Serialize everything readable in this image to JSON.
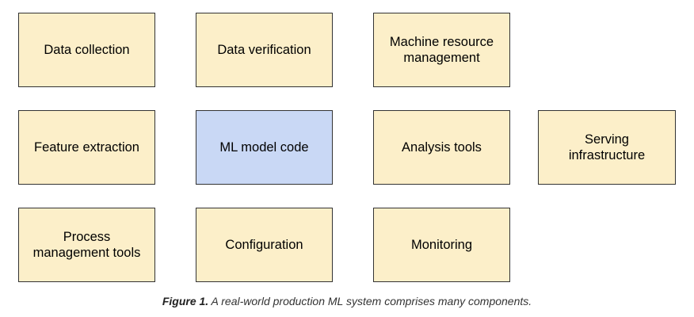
{
  "components": {
    "data_collection": "Data collection",
    "data_verification": "Data verification",
    "machine_resource_management": "Machine resource management",
    "feature_extraction": "Feature extraction",
    "ml_model_code": "ML model code",
    "analysis_tools": "Analysis tools",
    "serving_infrastructure": "Serving infrastructure",
    "process_management_tools": "Process management tools",
    "configuration": "Configuration",
    "monitoring": "Monitoring"
  },
  "colors": {
    "component_fill": "#fcefc9",
    "highlight_fill": "#c9d8f5",
    "border": "#333333"
  },
  "caption": {
    "label": "Figure 1.",
    "text": " A real-world production ML system comprises many components."
  }
}
